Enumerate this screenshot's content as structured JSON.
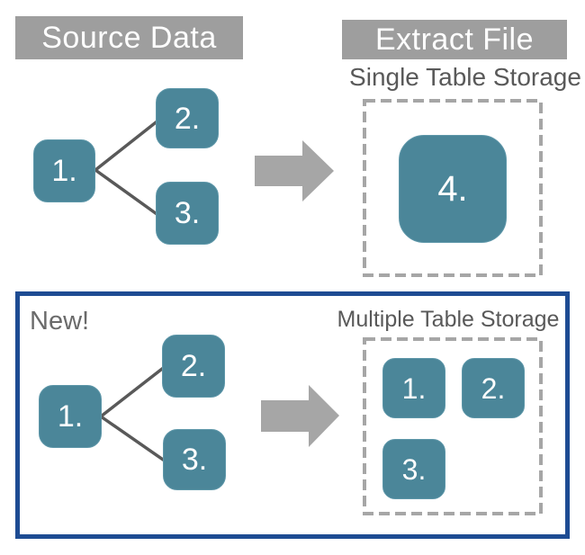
{
  "colors": {
    "node_teal": "#4B8699",
    "header_gray": "#9E9E9E",
    "dash_gray": "#A6A6A6",
    "arrow_gray": "#A6A6A6",
    "text_gray": "#595959",
    "panel_navy": "#1E4C93",
    "connector_gray": "#595959",
    "node_text": "#FFFFFF"
  },
  "headers": {
    "source": "Source Data",
    "extract": "Extract File"
  },
  "top_section": {
    "source_nodes": [
      {
        "label": "1."
      },
      {
        "label": "2."
      },
      {
        "label": "3."
      }
    ],
    "single_storage": {
      "title": "Single Table Storage",
      "node": {
        "label": "4."
      }
    }
  },
  "bottom_panel": {
    "new_label": "New!",
    "source_nodes": [
      {
        "label": "1."
      },
      {
        "label": "2."
      },
      {
        "label": "3."
      }
    ],
    "multiple_storage": {
      "title": "Multiple Table Storage",
      "nodes": [
        {
          "label": "1."
        },
        {
          "label": "2."
        },
        {
          "label": "3."
        }
      ]
    }
  }
}
